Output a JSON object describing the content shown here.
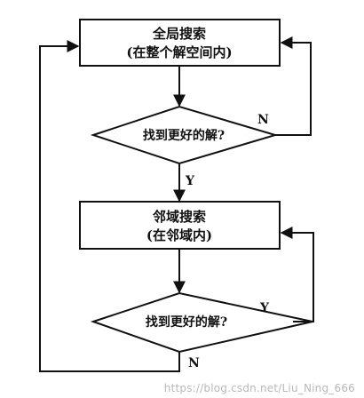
{
  "flowchart": {
    "global_search": {
      "title": "全局搜索",
      "subtitle": "(在整个解空间内)"
    },
    "decision_1": {
      "label": "找到更好的解?"
    },
    "decision_1_no": "N",
    "decision_1_yes": "Y",
    "local_search": {
      "title": "邻域搜索",
      "subtitle": "(在邻域内)"
    },
    "decision_2": {
      "label": "找到更好的解?"
    },
    "decision_2_yes": "Y",
    "decision_2_no": "N"
  },
  "watermark": "https://blog.csdn.net/Liu_Ning_666"
}
